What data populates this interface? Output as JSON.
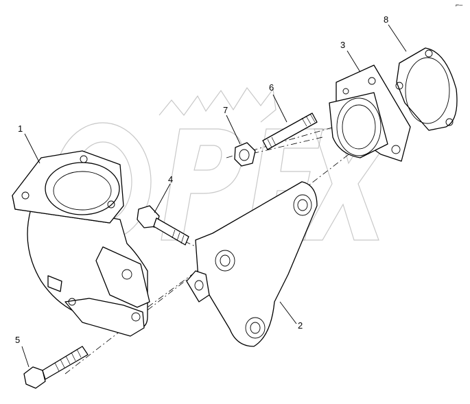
{
  "diagram": {
    "watermark_text": "OPEX",
    "corner_mark": "⌐–",
    "callouts": [
      {
        "id": "1",
        "label": "1"
      },
      {
        "id": "2",
        "label": "2"
      },
      {
        "id": "3",
        "label": "3"
      },
      {
        "id": "4",
        "label": "4"
      },
      {
        "id": "5",
        "label": "5"
      },
      {
        "id": "6",
        "label": "6"
      },
      {
        "id": "7",
        "label": "7"
      },
      {
        "id": "8",
        "label": "8"
      }
    ]
  }
}
